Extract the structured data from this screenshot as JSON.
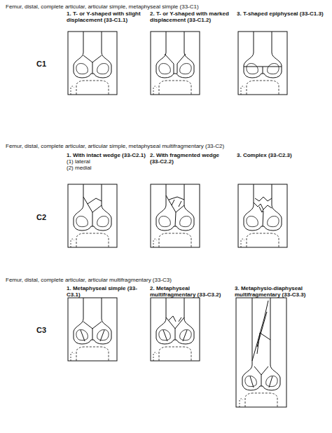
{
  "diagram": {
    "labels": [
      "Femur, distal, complete articular, articular simple, metaphyseal simple (33-C1)",
      "1. T- or Y-shaped with slight displacement (33-C1.1)",
      "2. T- or Y-shaped with marked displacement (33-C1.2)",
      "3. T-shaped epiphyseal (33-C1.3)",
      "C1",
      "Femur, distal, complete articular, articular simple, metaphyseal multifragmentary (33-C2)",
      "1. With intact wedge (33-C2.1)",
      "(1) lateral",
      "(2) medial",
      "2. With fragmented wedge (33-C2.2)",
      "3. Complex (33-C2.3)",
      "C2",
      "Femur, distal, complete articular, articular multifragmentary (33-C3)",
      "1. Metaphyseal simple (33-C3.1)",
      "2. Metaphyseal multifragmentary (33-C3.2)",
      "3. Metaphysio-diaphyseal multifragmentary (33-C3.3)",
      "C3"
    ]
  }
}
